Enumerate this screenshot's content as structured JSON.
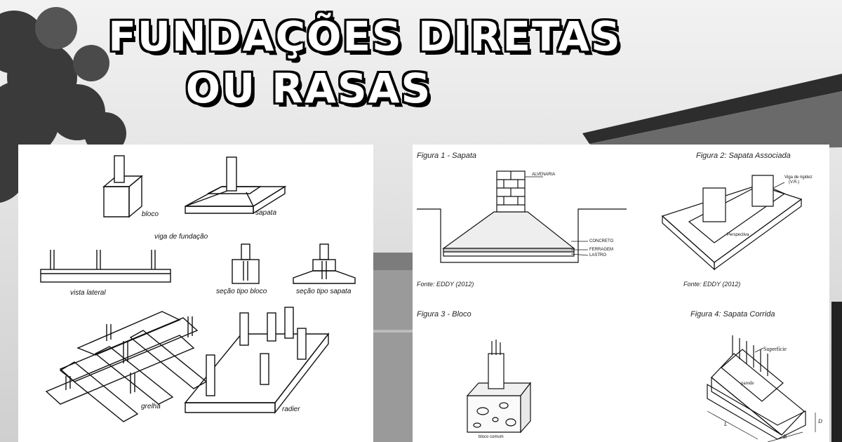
{
  "title": {
    "line1": "FUNDAÇÕES DIRETAS",
    "line2": "OU RASAS"
  },
  "left_panel": {
    "labels": {
      "bloco": "bloco",
      "sapata": "sapata",
      "viga_fundacao": "viga de fundação",
      "vista_lateral": "vista lateral",
      "secao_bloco": "seção tipo bloco",
      "secao_sapata": "seção tipo sapata",
      "grelha": "grelha",
      "radier": "radier"
    }
  },
  "right_panel": {
    "figure1": {
      "caption": "Figura 1 - Sapata",
      "source": "Fonte:  EDDY (2012)",
      "alvenaria": "ALVENARIA",
      "concreto": "CONCRETO",
      "ferragem": "FERRAGEM",
      "lastro": "LASTRO"
    },
    "figure2": {
      "caption": "Figura 2: Sapata Associada",
      "source": "Fonte:  EDDY (2012)",
      "viga": "Viga de rigidez",
      "viga_abbr": "(V.R.)",
      "perspectiva": "Perspectiva"
    },
    "figure3": {
      "caption": "Figura 3 - Bloco",
      "bloco": "bloco comum"
    },
    "figure4": {
      "caption": "Figura 4: Sapata Corrida",
      "superficie": "Superfície",
      "parede": "parede",
      "dim_l": "L",
      "dim_b": "B",
      "dim_d": "D"
    }
  }
}
